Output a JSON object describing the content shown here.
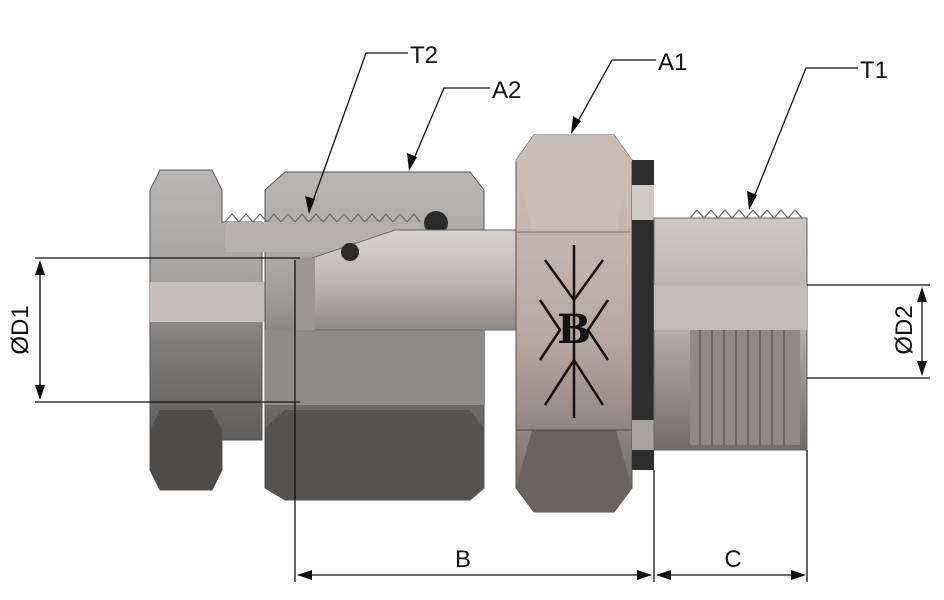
{
  "callouts": {
    "t2": "T2",
    "a2": "A2",
    "a1": "A1",
    "t1": "T1"
  },
  "dimensions": {
    "d1": "ØD1",
    "d2": "ØD2",
    "b": "B",
    "c": "C"
  },
  "logo_text": "B",
  "colors": {
    "steel_light": "#c9c5c2",
    "steel_mid": "#a8a4a1",
    "steel_dark": "#5e5c5b",
    "hex_light": "#cbbdb3",
    "hex_dark": "#6f6661",
    "line": "#111111"
  }
}
